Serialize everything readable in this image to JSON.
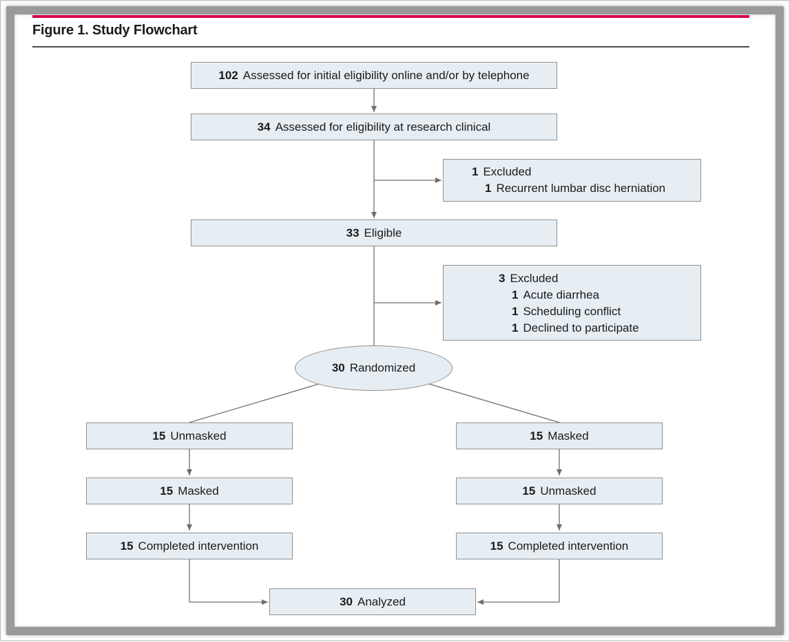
{
  "figure": {
    "title": "Figure 1. Study Flowchart",
    "accent_color": "#d6004c"
  },
  "nodes": {
    "assessed_online": {
      "n": "102",
      "label": "Assessed for initial eligibility online and/or by telephone"
    },
    "assessed_clinic": {
      "n": "34",
      "label": "Assessed for eligibility at research clinical"
    },
    "excluded_1": {
      "n": "1",
      "label": "Excluded",
      "reasons": [
        {
          "n": "1",
          "label": "Recurrent lumbar disc herniation"
        }
      ]
    },
    "eligible": {
      "n": "33",
      "label": "Eligible"
    },
    "excluded_2": {
      "n": "3",
      "label": "Excluded",
      "reasons": [
        {
          "n": "1",
          "label": "Acute diarrhea"
        },
        {
          "n": "1",
          "label": "Scheduling conflict"
        },
        {
          "n": "1",
          "label": "Declined to participate"
        }
      ]
    },
    "randomized": {
      "n": "30",
      "label": "Randomized"
    },
    "left_arm": [
      {
        "n": "15",
        "label": "Unmasked"
      },
      {
        "n": "15",
        "label": "Masked"
      },
      {
        "n": "15",
        "label": "Completed intervention"
      }
    ],
    "right_arm": [
      {
        "n": "15",
        "label": "Masked"
      },
      {
        "n": "15",
        "label": "Unmasked"
      },
      {
        "n": "15",
        "label": "Completed intervention"
      }
    ],
    "analyzed": {
      "n": "30",
      "label": "Analyzed"
    }
  }
}
